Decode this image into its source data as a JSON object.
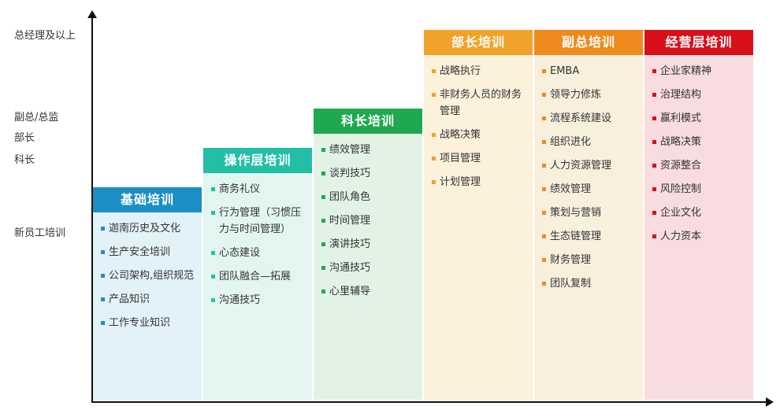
{
  "levels": [
    {
      "label": "总经理及以上"
    },
    {
      "label": "副总/总监"
    },
    {
      "label": "部长"
    },
    {
      "label": "科长"
    },
    {
      "label": "新员工培训"
    }
  ],
  "columns": [
    {
      "title": "基础培训",
      "header_color": "#1b8fc4",
      "body_color": "#e3f1f8",
      "bullet_color": "#1b8fc4",
      "items": [
        "迦南历史及文化",
        "生产安全培训",
        "公司架构,组织规范",
        "产品知识",
        "工作专业知识"
      ]
    },
    {
      "title": "操作层培训",
      "header_color": "#22bfa6",
      "body_color": "#e2f5f0",
      "bullet_color": "#22bfa6",
      "items": [
        "商务礼仪",
        "行为管理（习惯压力与时间管理）",
        "心态建设",
        "团队融合—拓展",
        "沟通技巧"
      ]
    },
    {
      "title": "科长培训",
      "header_color": "#1fa84f",
      "body_color": "#e2f3e6",
      "bullet_color": "#1fa84f",
      "items": [
        "绩效管理",
        "谈判技巧",
        "团队角色",
        "时间管理",
        "演讲技巧",
        "沟通技巧",
        "心里辅导"
      ]
    },
    {
      "title": "部长培训",
      "header_color": "#f0a22a",
      "body_color": "#fcf1da",
      "bullet_color": "#f0a22a",
      "items": [
        "战略执行",
        "非财务人员的财务管理",
        "战略决策",
        "项目管理",
        "计划管理"
      ]
    },
    {
      "title": "副总培训",
      "header_color": "#ef8a1e",
      "body_color": "#f8efdc",
      "bullet_color": "#ef8a1e",
      "items": [
        "EMBA",
        "领导力修炼",
        "流程系统建设",
        "组织进化",
        "人力资源管理",
        "绩效管理",
        "策划与营销",
        "生态链管理",
        "财务管理",
        "团队复制"
      ]
    },
    {
      "title": "经营层培训",
      "header_color": "#d7101a",
      "body_color": "#f8dcdf",
      "bullet_color": "#d7101a",
      "items": [
        "企业家精神",
        "治理结构",
        "赢利模式",
        "战略决策",
        "资源整合",
        "风险控制",
        "企业文化",
        "人力资本"
      ]
    }
  ]
}
